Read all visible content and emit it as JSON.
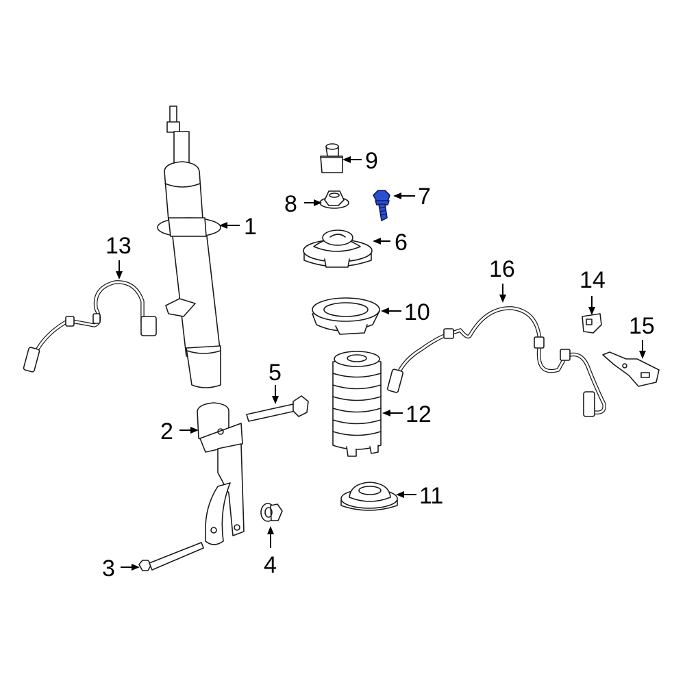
{
  "diagram": {
    "highlight_color": "#2b4fd1",
    "callouts": [
      {
        "number": "1"
      },
      {
        "number": "2"
      },
      {
        "number": "3"
      },
      {
        "number": "4"
      },
      {
        "number": "5"
      },
      {
        "number": "6"
      },
      {
        "number": "7"
      },
      {
        "number": "8"
      },
      {
        "number": "9"
      },
      {
        "number": "10"
      },
      {
        "number": "11"
      },
      {
        "number": "12"
      },
      {
        "number": "13"
      },
      {
        "number": "14"
      },
      {
        "number": "15"
      },
      {
        "number": "16"
      }
    ]
  }
}
